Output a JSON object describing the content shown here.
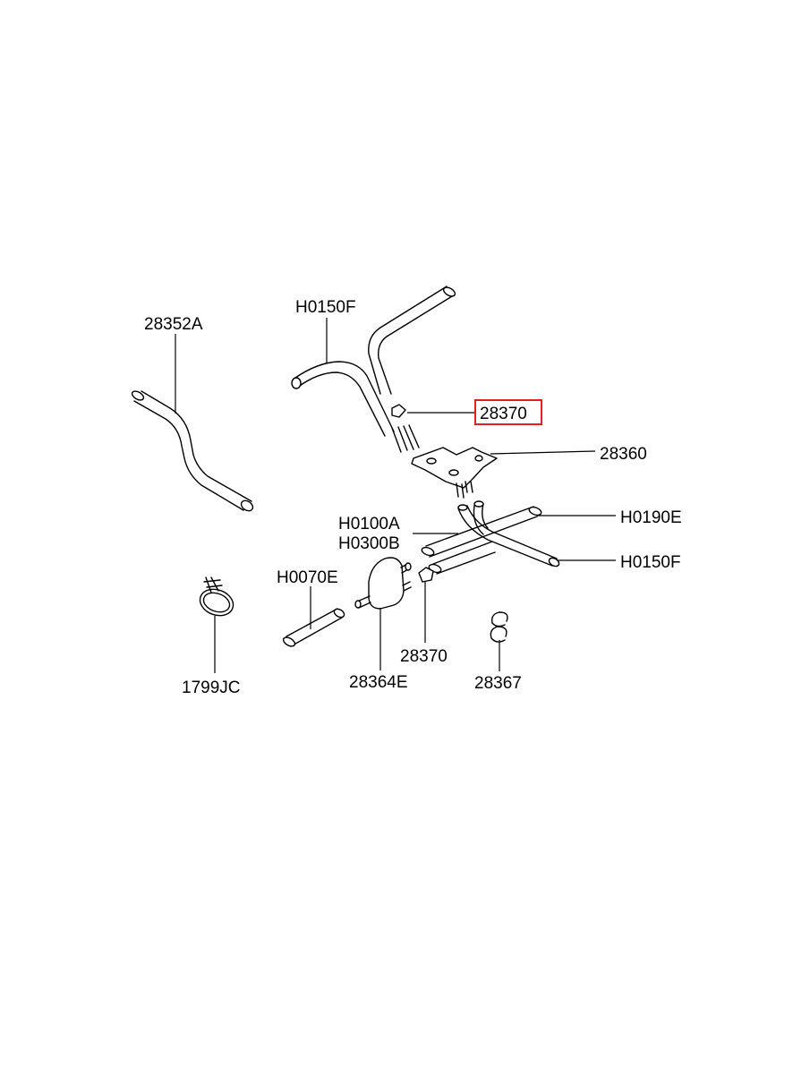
{
  "callouts": {
    "c28352A": "28352A",
    "cH0150F_top": "H0150F",
    "c28370_top": "28370",
    "c28360": "28360",
    "cH0190E": "H0190E",
    "cH0100A": "H0100A",
    "cH0300B": "H0300B",
    "cH0150F_right": "H0150F",
    "cH0070E": "H0070E",
    "c28370_bottom": "28370",
    "c1799JC": "1799JC",
    "c28364E": "28364E",
    "c28367": "28367"
  },
  "highlight_color": "#e02020",
  "highlighted_callout": "28370"
}
